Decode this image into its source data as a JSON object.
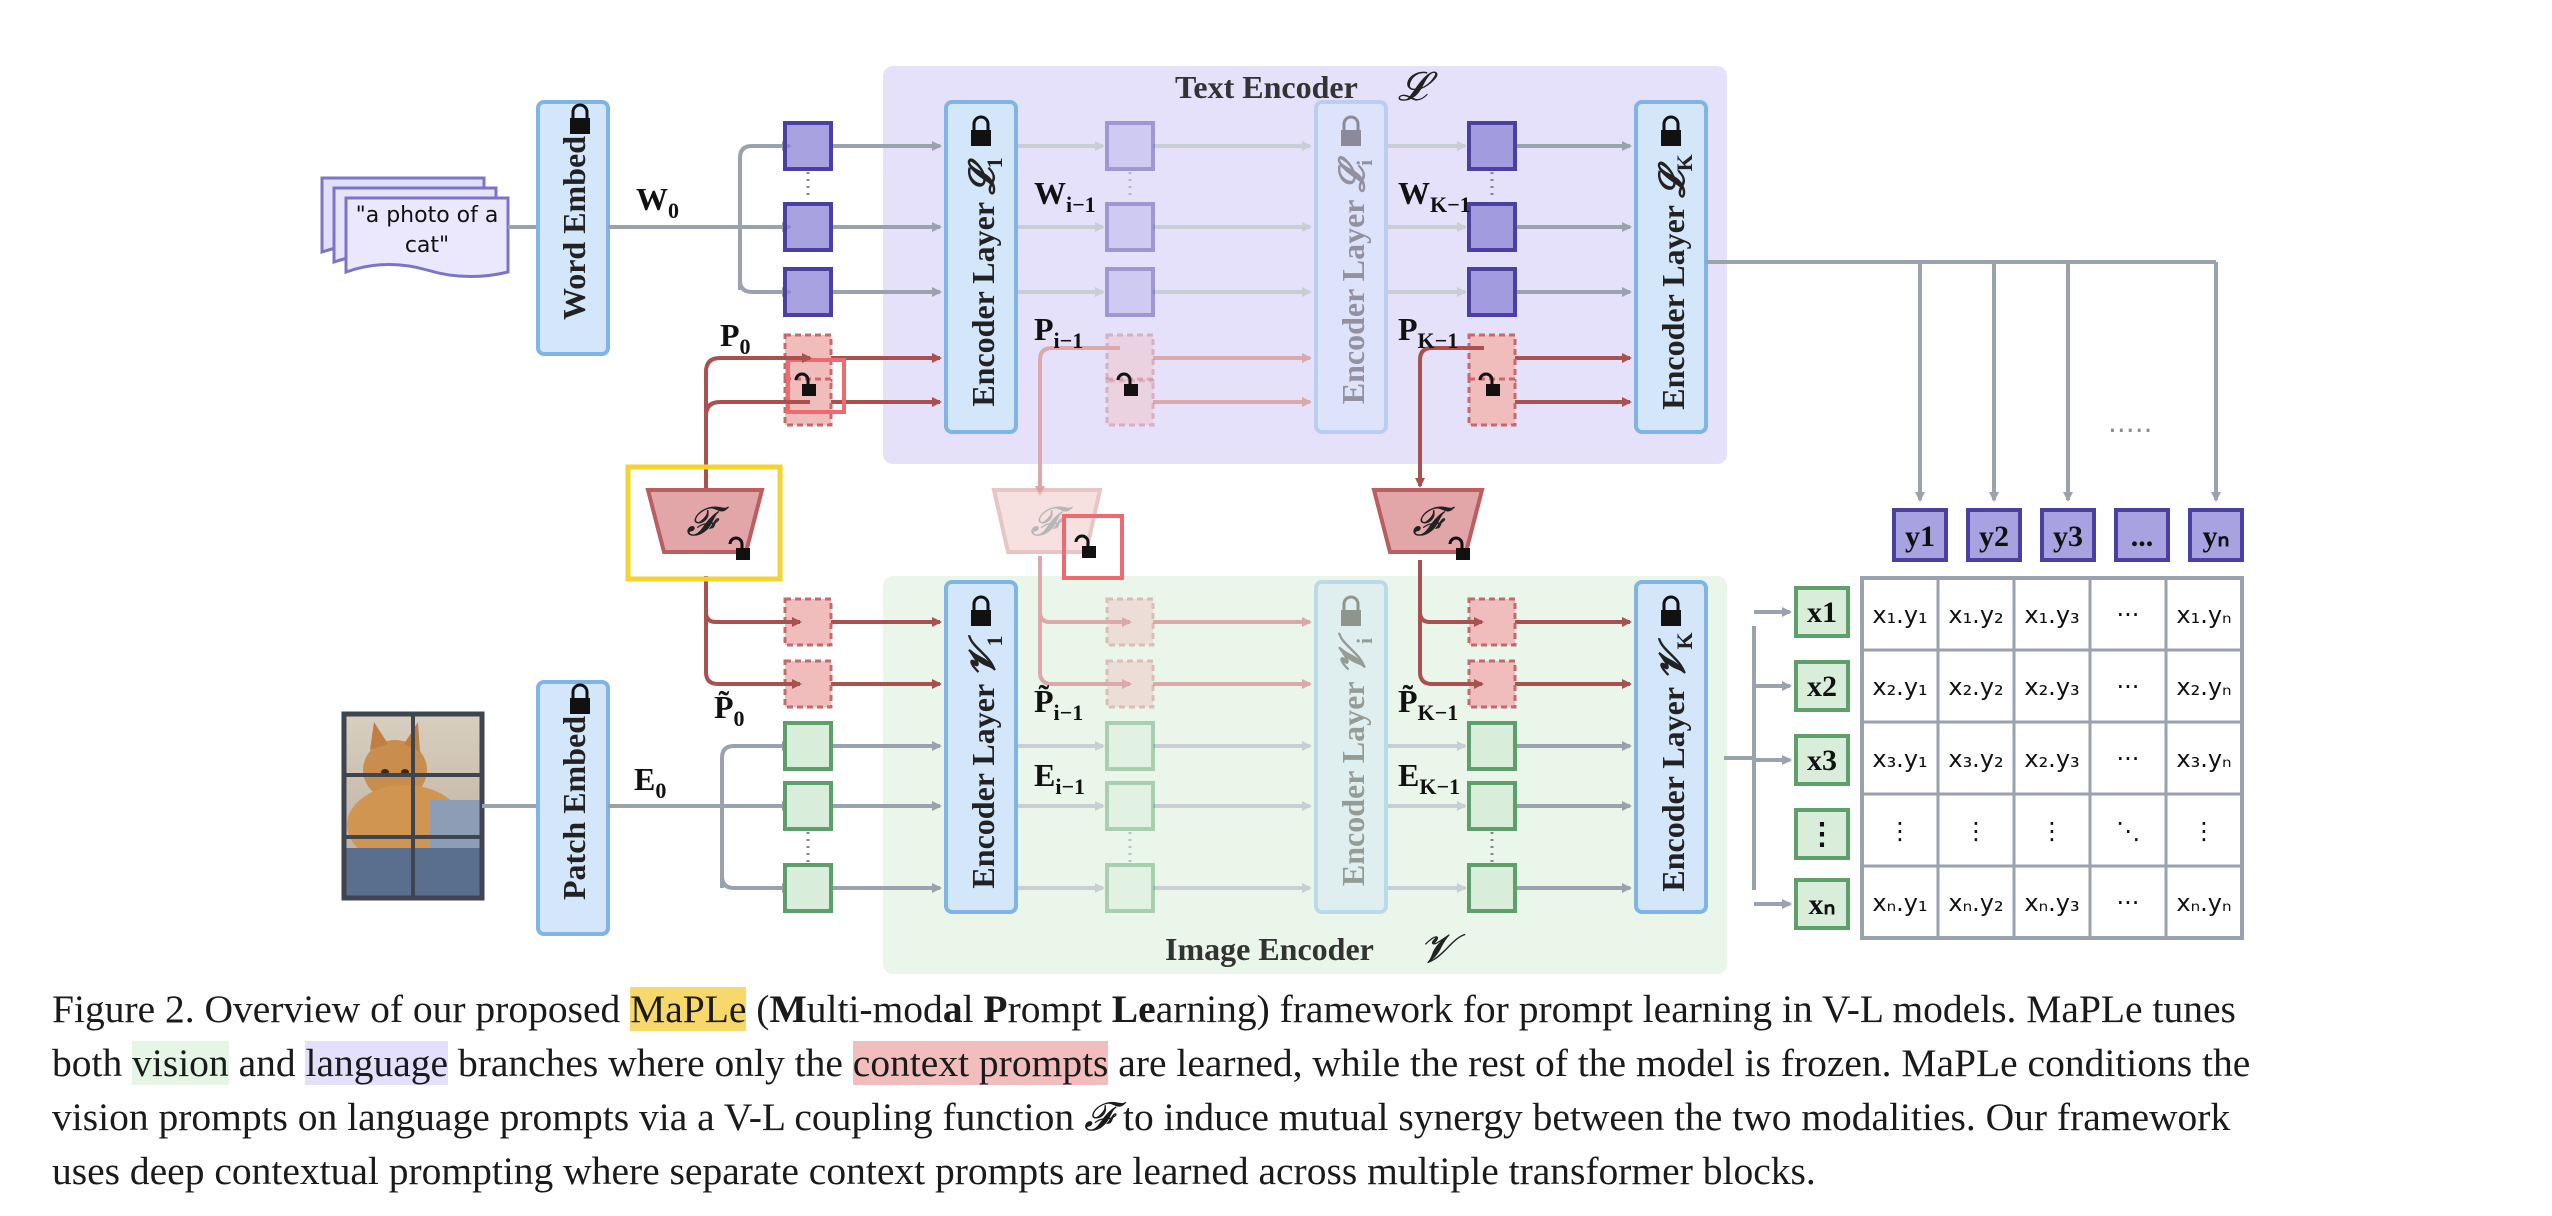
{
  "figure": {
    "text_encoder": {
      "title": "Text Encoder",
      "symbol": "𝓛"
    },
    "image_encoder": {
      "title": "Image Encoder",
      "symbol": "𝓥"
    },
    "input_text": {
      "line1": "\"a photo of a",
      "line2": "cat\""
    },
    "word_embed": "Word Embed",
    "patch_embed": "Patch Embed",
    "encoder_layer": "Encoder Layer",
    "coupling_symbol": "𝓕",
    "text_layer_subscripts": [
      "1",
      "i",
      "K"
    ],
    "image_layer_subscripts": [
      "1",
      "i",
      "K"
    ],
    "labels": {
      "W0": {
        "base": "W",
        "sub": "0"
      },
      "P0": {
        "base": "P",
        "sub": "0"
      },
      "Wi1": {
        "base": "W",
        "sub": "i−1"
      },
      "Pi1": {
        "base": "P",
        "sub": "i−1"
      },
      "WK1": {
        "base": "W",
        "sub": "K−1"
      },
      "PK1": {
        "base": "P",
        "sub": "K−1"
      },
      "E0": {
        "base": "E",
        "sub": "0"
      },
      "Pt0": {
        "base": "P̃",
        "sub": "0"
      },
      "Pti1": {
        "base": "P̃",
        "sub": "i−1"
      },
      "Ei1": {
        "base": "E",
        "sub": "i−1"
      },
      "PtK1": {
        "base": "P̃",
        "sub": "K−1"
      },
      "EK1": {
        "base": "E",
        "sub": "K−1"
      }
    },
    "text_feature_labels": [
      "y1",
      "y2",
      "y3",
      "...",
      "yₙ"
    ],
    "image_feature_labels": [
      "x1",
      "x2",
      "x3",
      "⋮",
      "xₙ"
    ],
    "text_dots": ".....",
    "similarity_matrix": [
      [
        "x₁.y₁",
        "x₁.y₂",
        "x₁.y₃",
        "···",
        "x₁.yₙ"
      ],
      [
        "x₂.y₁",
        "x₂.y₂",
        "x₂.y₃",
        "···",
        "x₂.yₙ"
      ],
      [
        "x₃.y₁",
        "x₃.y₂",
        "x₂.y₃",
        "···",
        "x₃.yₙ"
      ],
      [
        "⋮",
        "⋮",
        "⋮",
        "⋱",
        "⋮"
      ],
      [
        "xₙ.y₁",
        "xₙ.y₂",
        "xₙ.y₃",
        "···",
        "xₙ.yₙ"
      ]
    ],
    "colors": {
      "text_bg": "#e6e1fb",
      "image_bg": "#e9f6e9",
      "layer_fill": "#d3e6fa",
      "layer_stroke": "#7eb4e6",
      "token_text": "#8b83d7",
      "token_text_stroke": "#4b3f9f",
      "token_image": "#d8eedb",
      "token_image_stroke": "#5f9f6c",
      "prompt_fill": "#f1bcbc",
      "prompt_stroke": "#c4696d",
      "arrow_gray": "#9aa2ad",
      "arrow_red": "#a8514f",
      "highlight_yellow": "#f5d331"
    }
  },
  "caption": {
    "p1_before": "Figure 2. Overview of our proposed ",
    "name": "MaPLe",
    "p1_open": " (",
    "m1": "M",
    "t1": "ulti-mod",
    "m2": "a",
    "t2": "l ",
    "m3": "P",
    "t3": "rompt ",
    "m4": "Le",
    "t4": "arning) framework for prompt learning in V-L models. MaPLe tunes",
    "l2_before": "both ",
    "vision": "vision",
    "l2_and": " and ",
    "language": "language",
    "l2_mid": " branches where only the ",
    "context": "context prompts",
    "l2_after": " are learned, while the rest of the model is frozen. MaPLe conditions the",
    "l3_before": "vision prompts on language prompts via a V-L coupling function ",
    "l3_symbol": "𝓕",
    "l3_after": " to induce mutual synergy between the two modalities. Our framework",
    "l4": "uses deep contextual prompting where separate context prompts are learned across multiple transformer blocks."
  }
}
